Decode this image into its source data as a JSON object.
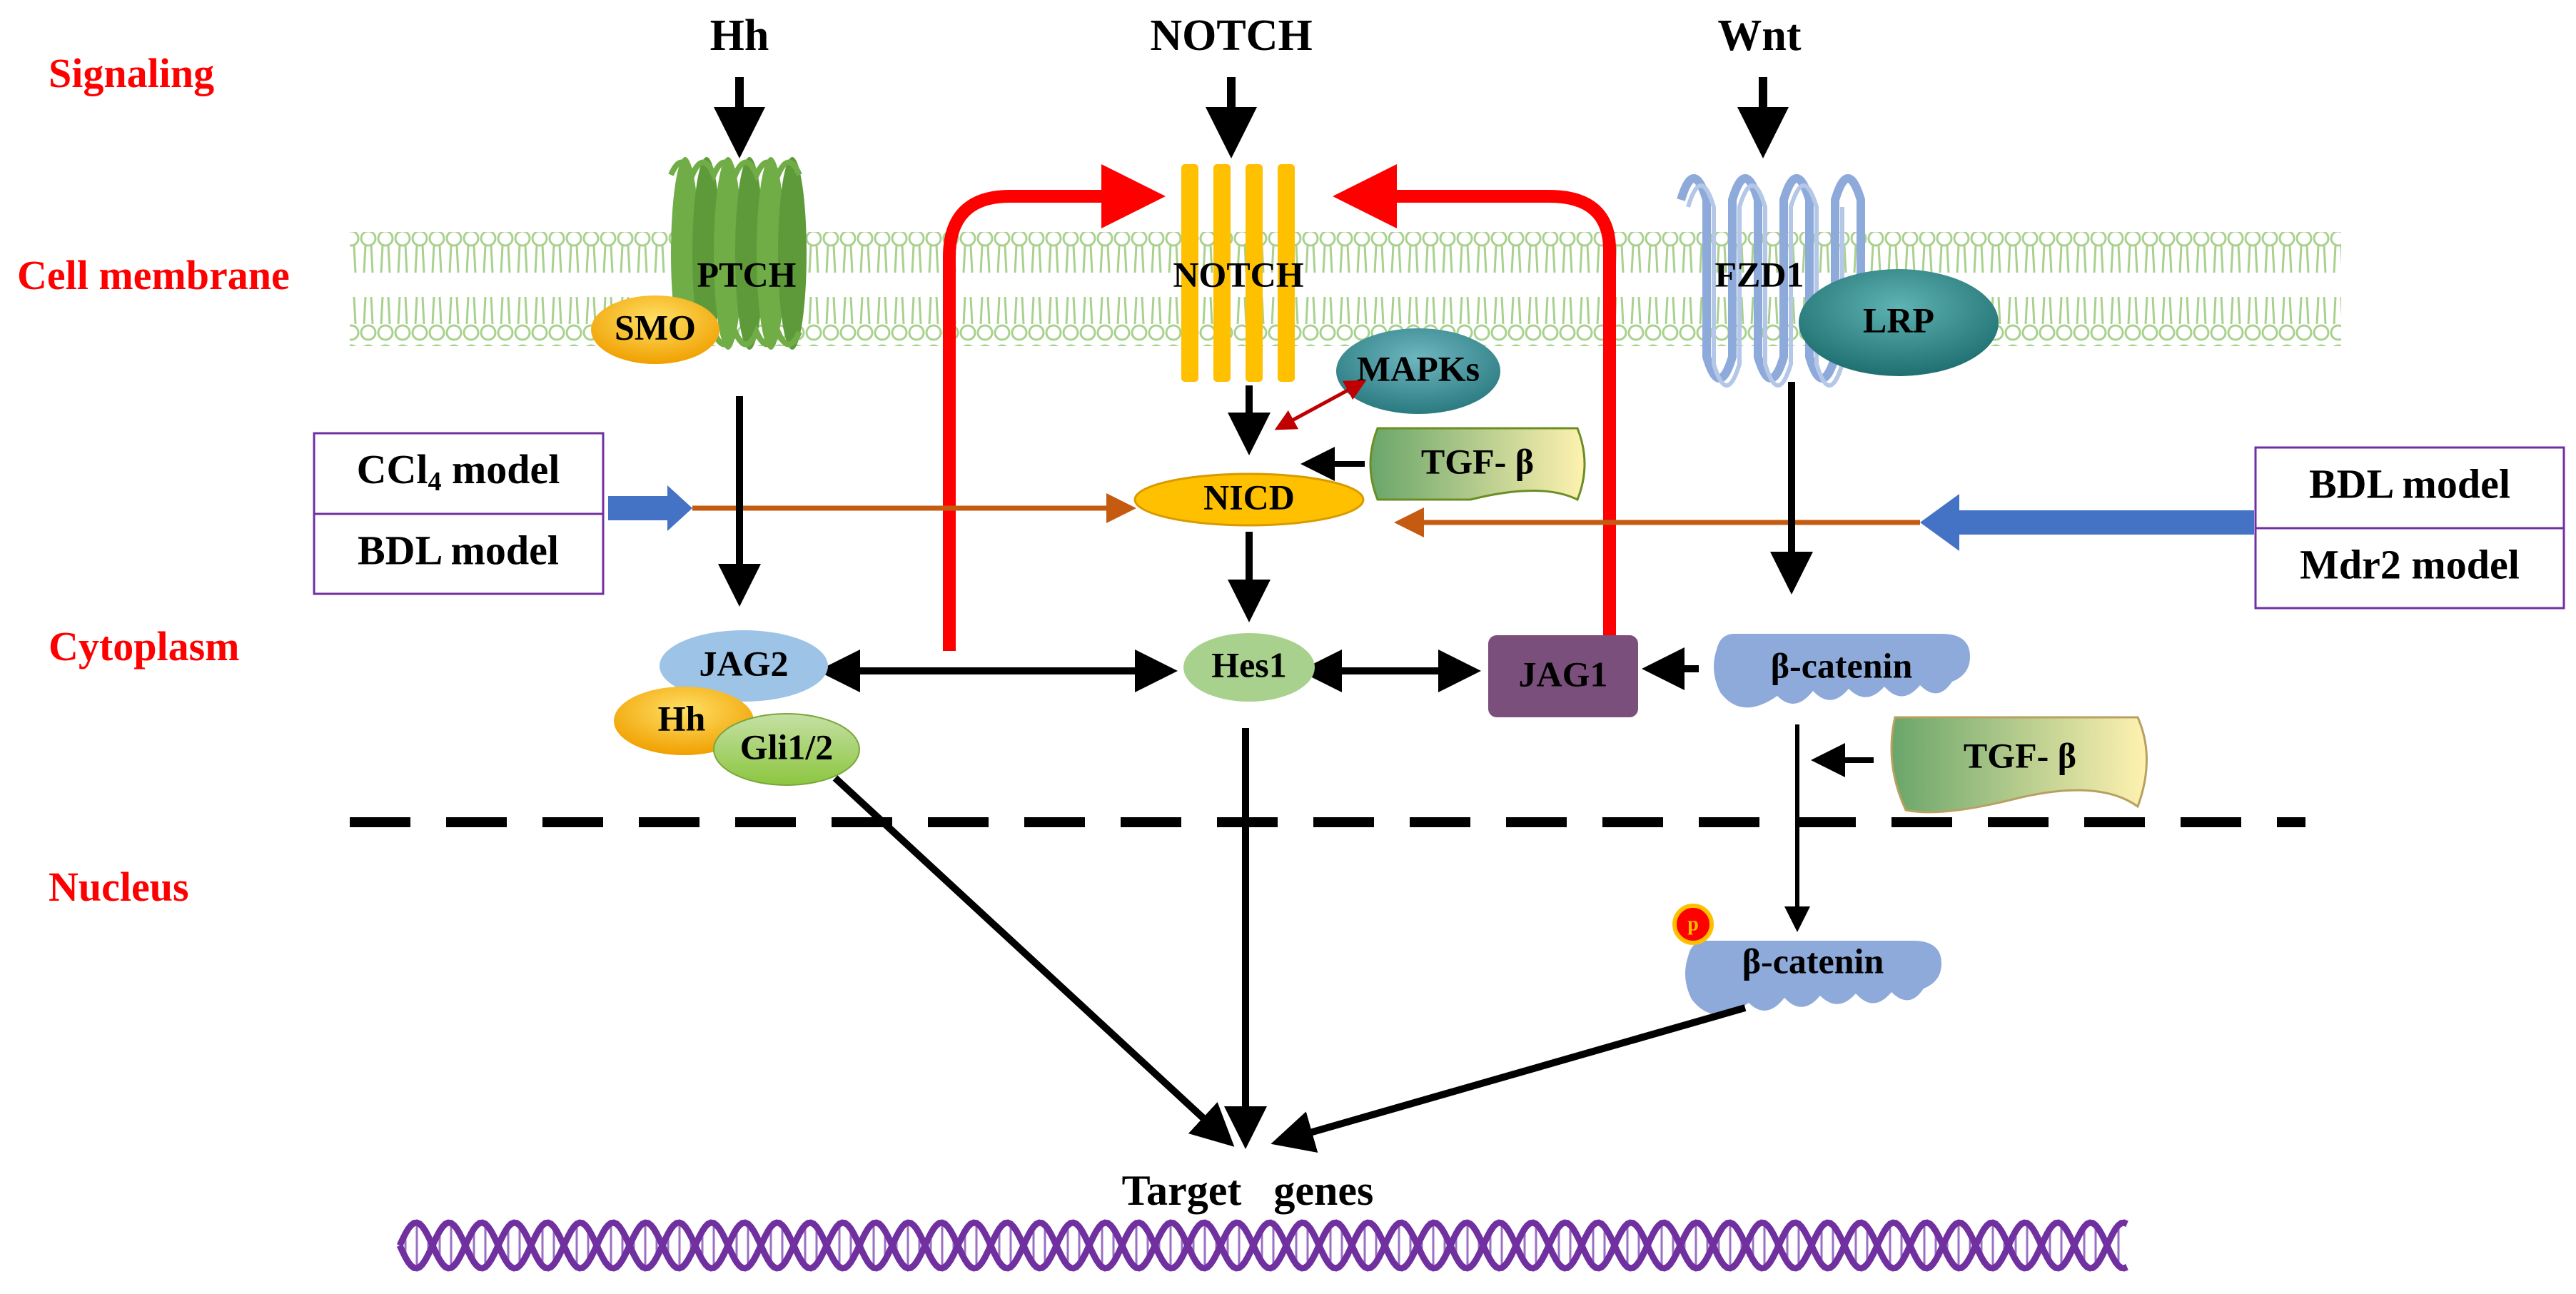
{
  "regions": {
    "signaling": "Signaling",
    "cell_membrane": "Cell membrane",
    "cytoplasm": "Cytoplasm",
    "nucleus": "Nucleus"
  },
  "signals": {
    "hh": "Hh",
    "notch": "NOTCH",
    "wnt": "Wnt"
  },
  "receptors": {
    "ptch": "PTCH",
    "smo": "SMO",
    "notch": "NOTCH",
    "fzd1": "FZD1",
    "lrp": "LRP"
  },
  "nodes": {
    "mapks": "MAPKs",
    "tgf_top": "TGF- β",
    "nicd": "NICD",
    "hes1": "Hes1",
    "jag1": "JAG1",
    "jag2": "JAG2",
    "hh": "Hh",
    "gli": "Gli1/2",
    "beta_catenin": "β-catenin",
    "tgf_bottom": "TGF- β",
    "beta_catenin_nuclear": "β-catenin",
    "phospho": "p"
  },
  "models_left": {
    "ccl4_prefix": "CCl",
    "ccl4_sub": "4",
    "ccl4_suffix": " model",
    "bdl": "BDL model"
  },
  "models_right": {
    "bdl": "BDL model",
    "mdr2": "Mdr2 model"
  },
  "target": "Target   genes",
  "colors": {
    "label_red": "#ff0000",
    "membrane_green": "#a9d18e",
    "ptch_green": "#70ad47",
    "notch_yellow": "#ffc000",
    "fzd_blue": "#8eaadb",
    "lrp_teal": "#2e8b8b",
    "jag1_purple": "#7b4f7b",
    "model_arrow_blue": "#4472c4",
    "brown_line": "#c55a11",
    "dna_purple": "#7030a0",
    "feedback_red": "#ff0000"
  }
}
